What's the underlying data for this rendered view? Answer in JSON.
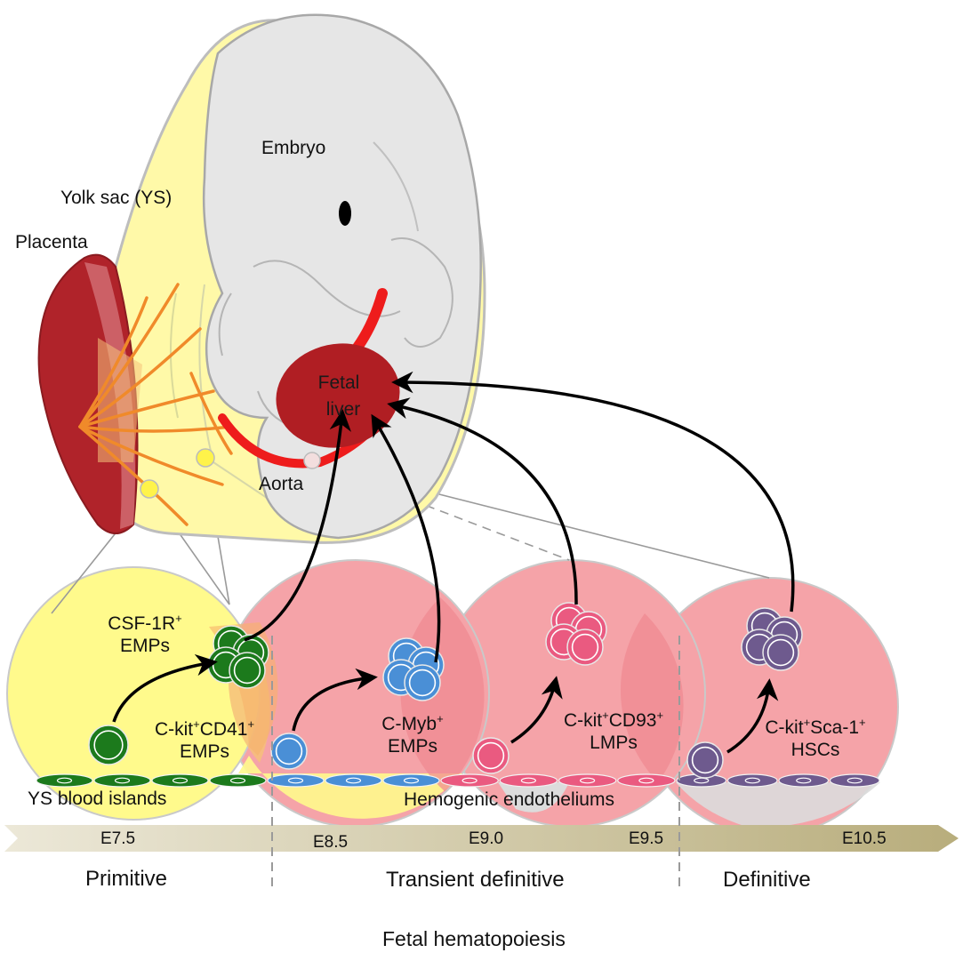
{
  "anatomy": {
    "embryo": "Embryo",
    "yolk_sac": "Yolk sac (YS)",
    "placenta": "Placenta",
    "fetal_liver_line1": "Fetal",
    "fetal_liver_line2": "liver",
    "aorta": "Aorta"
  },
  "cells": {
    "csf1r": {
      "base": "CSF-1R",
      "sup": "+",
      "line2": "EMPs"
    },
    "ckit_cd41": {
      "a": "C-kit",
      "a_sup": "+",
      "b": "CD41",
      "b_sup": "+",
      "line2": "EMPs"
    },
    "cmyb": {
      "base": "C-Myb",
      "sup": "+",
      "line2": "EMPs"
    },
    "ckit_cd93": {
      "a": "C-kit",
      "a_sup": "+",
      "b": "CD93",
      "b_sup": "+",
      "line2": "LMPs"
    },
    "ckit_sca1": {
      "a": "C-kit",
      "a_sup": "+",
      "b": "Sca-1",
      "b_sup": "+",
      "line2": "HSCs"
    }
  },
  "tissues": {
    "ys_blood_islands": "YS blood islands",
    "hemogenic": "Hemogenic endotheliums"
  },
  "timeline": {
    "ticks": [
      "E7.5",
      "E8.5",
      "E9.0",
      "E9.5",
      "E10.5"
    ],
    "stages": [
      "Primitive",
      "Transient definitive",
      "Definitive"
    ],
    "caption": "Fetal hematopoiesis"
  },
  "colors": {
    "yolk": "#fff9a8",
    "yolk_stroke": "#bdbdbd",
    "embryo": "#e6e6e6",
    "placenta": "#b0232a",
    "vessel": "#f08a2a",
    "aorta": "#ee1c1c",
    "liver": "#b01e23",
    "circle_yellow": "#fffa8c",
    "circle_pink": "#f5a3a8",
    "emp_green": "#1c7a1c",
    "emp_blue": "#4a8fd6",
    "lmp_pink": "#ea5a80",
    "hsc_purple": "#6e5a8e",
    "arrow_bar": "#c8bd8e"
  }
}
